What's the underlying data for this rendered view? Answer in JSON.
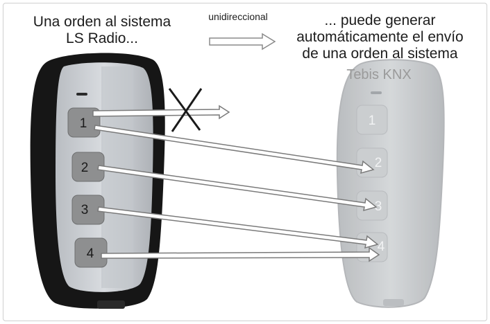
{
  "left_caption": [
    "Una orden al sistema",
    "LS Radio..."
  ],
  "right_caption": [
    "... puede generar",
    "automáticamente el envío",
    "de una orden al sistema"
  ],
  "right_brand": "Tebis KNX",
  "middle_label": "unidireccional",
  "left_remote": {
    "buttons": [
      "1",
      "2",
      "3",
      "4"
    ]
  },
  "right_remote": {
    "buttons": [
      "1",
      "2",
      "3",
      "4"
    ]
  },
  "colors": {
    "left_remote_body": "#161616",
    "left_remote_panel": "#cdd1d6",
    "button": "#8e8f90",
    "right_remote": "#c4c7ca",
    "arrow_fill": "#ffffff",
    "arrow_stroke": "#777777",
    "cross": "#1a1a1a"
  },
  "icons": [
    "blocked-arrow-cross-icon",
    "unidirectional-arrow-icon"
  ]
}
